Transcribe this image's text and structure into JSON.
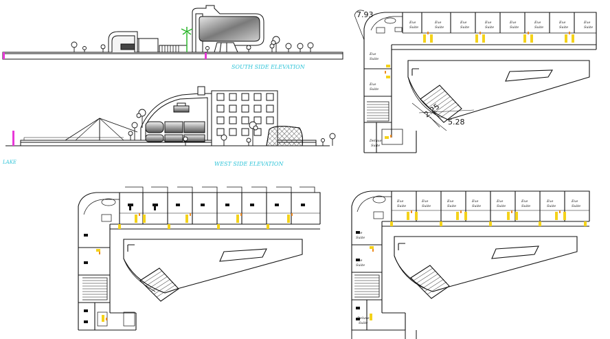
{
  "labels": {
    "south_elevation": "SOUTH SIDE ELEVATION",
    "west_elevation": "WEST SIDE ELEVATION",
    "lake": "LAKE"
  },
  "dimensions": {
    "top_left": "7.93",
    "diagonal": "2.25",
    "right": "5.28"
  },
  "rooms": {
    "exe_line1": "Exe",
    "exe_line2": "Suite",
    "deluxe_line1": "Deluxe",
    "deluxe_line2": "Suite"
  },
  "colors": {
    "line": "#111111",
    "label_cyan": "#2fc4d8",
    "pink": "#e838d8",
    "palm": "#2bb52b",
    "door_orange": "#ef8a1f",
    "door_yellow": "#f4d21a",
    "hatch": "#333333"
  }
}
